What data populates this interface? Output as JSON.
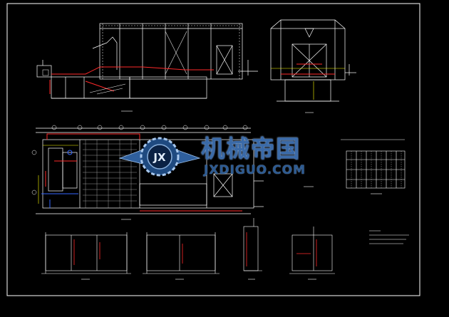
{
  "watermark": {
    "text_cn": "机械帝国",
    "text_en": "JXDIGUO.COM",
    "badge_text": "JX",
    "color": "#3a6aa8"
  },
  "colors": {
    "background": "#000000",
    "line_primary": "#ffffff",
    "line_secondary": "#ff2a2a",
    "line_tertiary": "#3366ff",
    "line_accent": "#ffff00"
  }
}
